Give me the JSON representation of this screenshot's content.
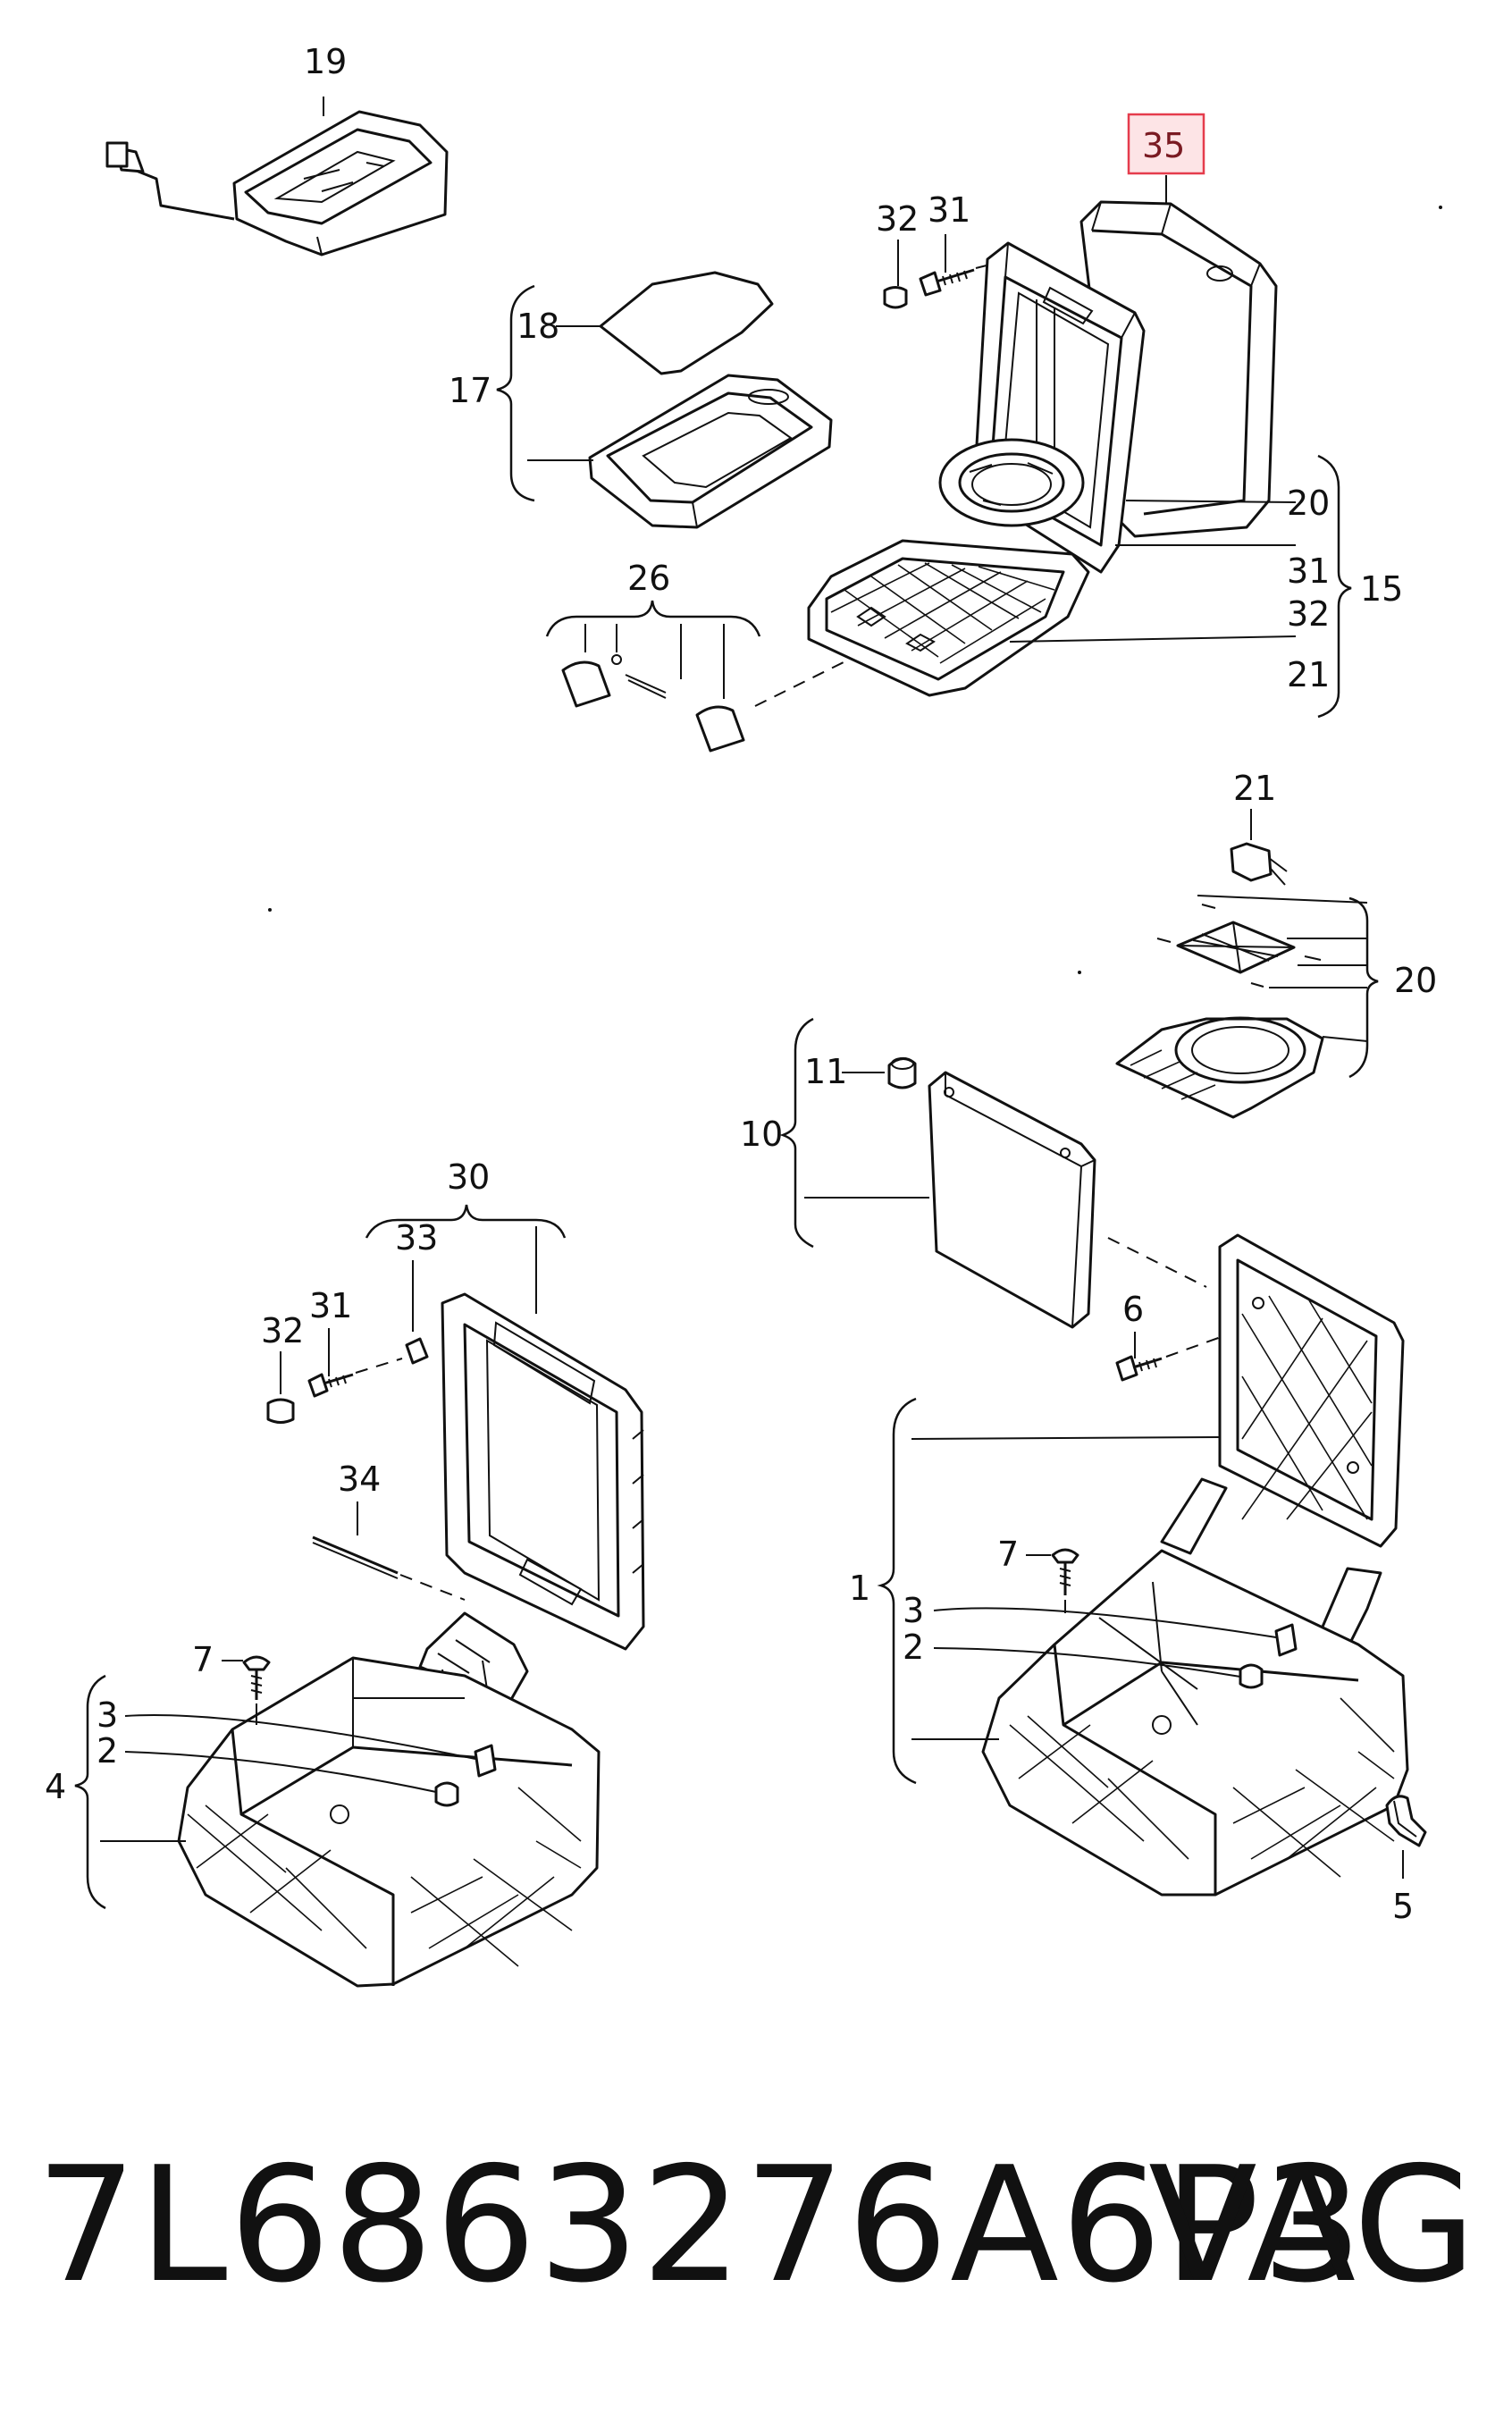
{
  "labels": {
    "l19": "19",
    "l35": "35",
    "l32a": "32",
    "l31a": "31",
    "l18": "18",
    "l17": "17",
    "l20a": "20",
    "l31b": "31",
    "l15": "15",
    "l32b": "32",
    "l21a": "21",
    "l26": "26",
    "l21b": "21",
    "l20b": "20",
    "l11": "11",
    "l10": "10",
    "l30": "30",
    "l33": "33",
    "l32c": "32",
    "l31c": "31",
    "l6": "6",
    "l34": "34",
    "l7a": "7",
    "l1": "1",
    "l3a": "3",
    "l2a": "2",
    "l7b": "7",
    "l3b": "3",
    "l2b": "2",
    "l4": "4",
    "l5": "5"
  },
  "highlight_color": "#e53c4c",
  "highlight_fill": "#fde4e6",
  "part_number": "7L6863276A6P3",
  "brand": "VAG"
}
